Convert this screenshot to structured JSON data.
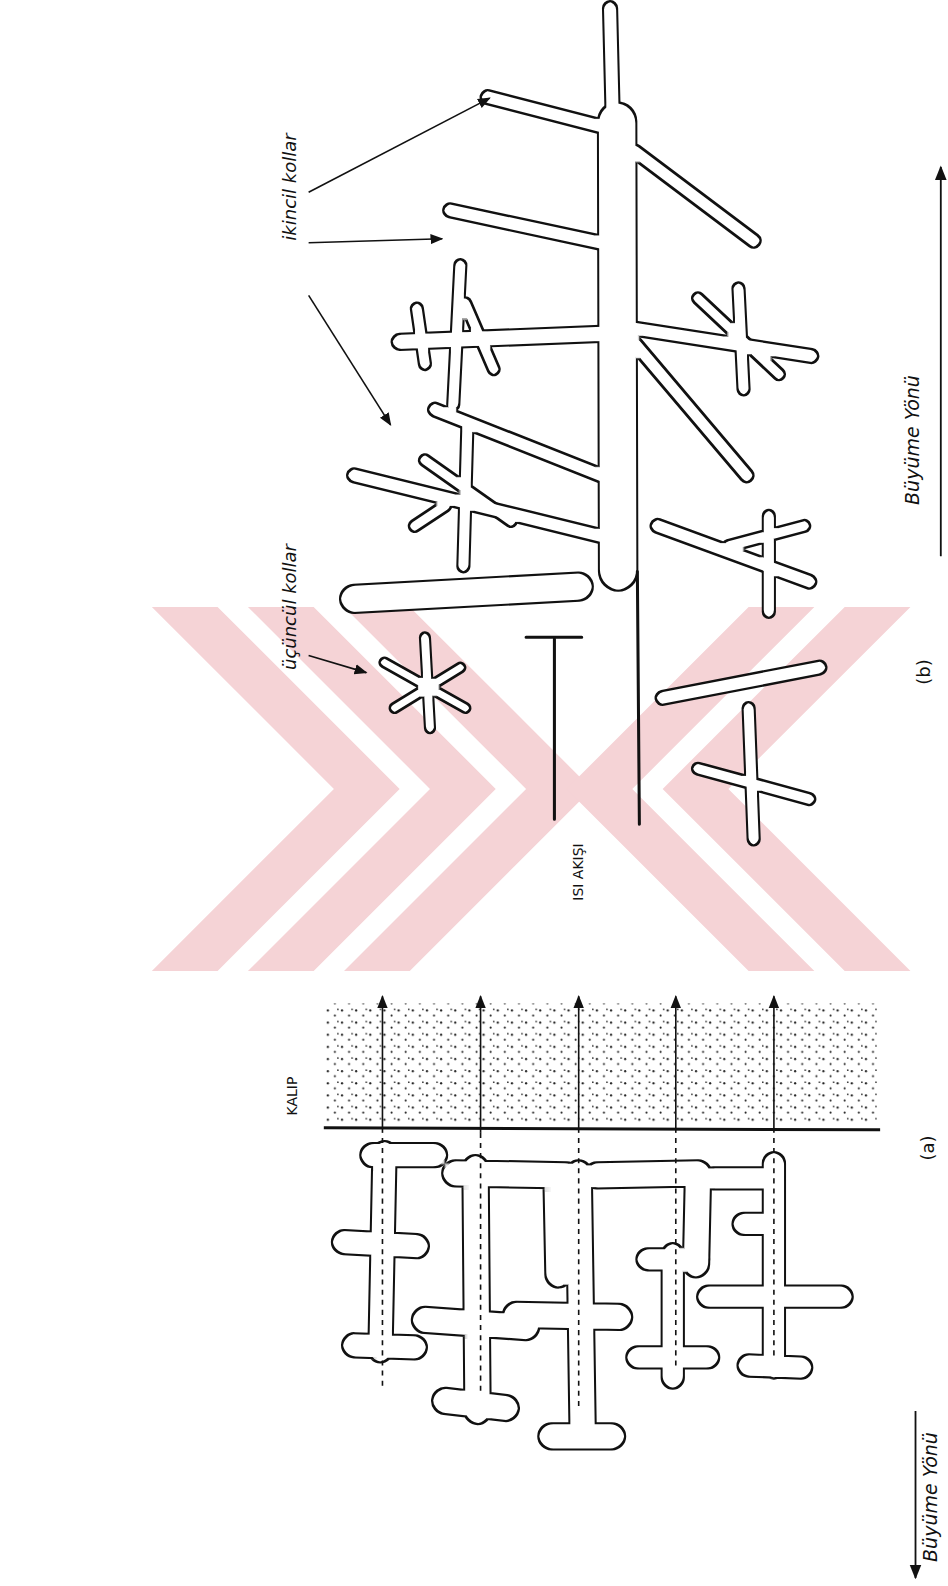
{
  "diagram": {
    "labels": [
      "ikincil kollar",
      "üçüncül kollar",
      "Büyüme Yönü",
      "(b)",
      "ISI AKIŞI",
      "KALIP",
      "(a)",
      "Büyüme Yönü"
    ]
  }
}
